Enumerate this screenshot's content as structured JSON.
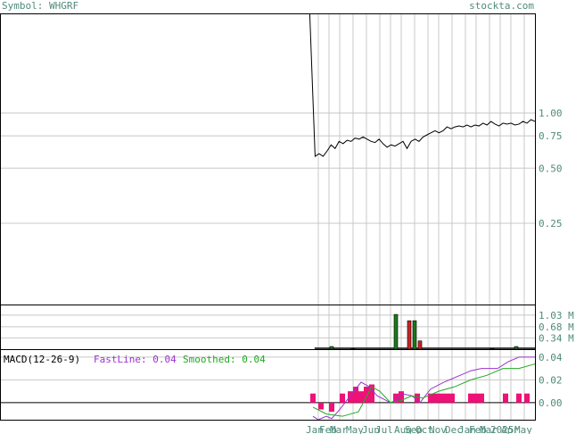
{
  "header": {
    "symbol_label": "Symbol: WHGRF",
    "site": "stockta.com"
  },
  "colors": {
    "grid": "#c8c8c8",
    "frame": "#000000",
    "text": "#4e8b7a",
    "price_line": "#000000",
    "vol_up": "#1a7a1a",
    "vol_down": "#cc2222",
    "hist": "#ee1177",
    "fast": "#9933cc",
    "smooth": "#22aa22"
  },
  "chart_data": [
    {
      "type": "line",
      "name": "price",
      "scale": "log",
      "ylim": [
        0.09,
        3.5
      ],
      "yticks": [
        {
          "value": 1.0,
          "label": "1.00"
        },
        {
          "value": 0.75,
          "label": "0.75"
        },
        {
          "value": 0.5,
          "label": "0.50"
        },
        {
          "value": 0.25,
          "label": "0.25"
        }
      ],
      "x_range": [
        0,
        100
      ],
      "start": [
        [
          57.9,
          3.5
        ],
        [
          58.9,
          0.58
        ]
      ],
      "y": [
        0.58,
        0.6,
        0.58,
        0.62,
        0.67,
        0.64,
        0.7,
        0.68,
        0.71,
        0.7,
        0.73,
        0.72,
        0.74,
        0.72,
        0.7,
        0.69,
        0.72,
        0.68,
        0.65,
        0.67,
        0.66,
        0.68,
        0.7,
        0.64,
        0.7,
        0.72,
        0.7,
        0.74,
        0.76,
        0.78,
        0.8,
        0.78,
        0.8,
        0.84,
        0.82,
        0.84,
        0.85,
        0.84,
        0.86,
        0.84,
        0.86,
        0.85,
        0.88,
        0.86,
        0.9,
        0.87,
        0.85,
        0.88,
        0.87,
        0.88,
        0.86,
        0.87,
        0.9,
        0.88,
        0.92,
        0.9
      ]
    },
    {
      "type": "bar",
      "name": "volume",
      "ylim": [
        0,
        1.35
      ],
      "yticks": [
        {
          "value": 1.03,
          "label": "1.03 M"
        },
        {
          "value": 0.68,
          "label": "0.68 M"
        },
        {
          "value": 0.34,
          "label": "0.34 M"
        }
      ],
      "bars": [
        {
          "x": 62,
          "v": 0.08,
          "up": true
        },
        {
          "x": 66,
          "v": 0.02,
          "up": true
        },
        {
          "x": 74,
          "v": 1.05,
          "up": true
        },
        {
          "x": 76.5,
          "v": 0.86,
          "up": false
        },
        {
          "x": 77.5,
          "v": 0.86,
          "up": true
        },
        {
          "x": 78.5,
          "v": 0.25,
          "up": false
        },
        {
          "x": 92,
          "v": 0.02,
          "up": true
        },
        {
          "x": 96.5,
          "v": 0.08,
          "up": true
        }
      ]
    },
    {
      "type": "line",
      "name": "macd",
      "title": "MACD(12-26-9)",
      "fast_label": "FastLine: 0.04",
      "smooth_label": "Smoothed: 0.04",
      "ylim": [
        -0.015,
        0.047
      ],
      "yticks": [
        {
          "value": 0.04,
          "label": "0.04"
        },
        {
          "value": 0.02,
          "label": "0.02"
        },
        {
          "value": 0.0,
          "label": "0.00"
        }
      ],
      "fast_x": [
        58.5,
        59.5,
        61,
        62,
        63.5,
        65.5,
        67.5,
        69,
        70.5,
        73,
        74,
        75,
        77,
        78.5,
        80.5,
        83,
        86,
        88,
        90,
        93,
        95,
        97,
        100
      ],
      "fast_y": [
        -0.012,
        -0.015,
        -0.012,
        -0.014,
        -0.006,
        0.006,
        0.018,
        0.014,
        0.006,
        0.0,
        0.002,
        0.008,
        0.006,
        0.0,
        0.012,
        0.018,
        0.024,
        0.028,
        0.03,
        0.03,
        0.036,
        0.04,
        0.04
      ],
      "smooth_x": [
        58.5,
        61,
        64,
        67,
        69.5,
        71,
        73,
        75,
        77,
        79,
        82,
        85,
        88,
        91,
        94,
        97,
        100
      ],
      "smooth_y": [
        -0.004,
        -0.01,
        -0.012,
        -0.008,
        0.014,
        0.01,
        0.0,
        0.002,
        0.006,
        0.004,
        0.01,
        0.014,
        0.02,
        0.024,
        0.03,
        0.03,
        0.034
      ],
      "histogram": [
        {
          "x": 58.5,
          "v": 0.008
        },
        {
          "x": 60,
          "v": -0.006
        },
        {
          "x": 62,
          "v": -0.008
        },
        {
          "x": 64,
          "v": 0.008
        },
        {
          "x": 65.5,
          "v": 0.01
        },
        {
          "x": 66.5,
          "v": 0.014
        },
        {
          "x": 67.5,
          "v": 0.01
        },
        {
          "x": 68.5,
          "v": 0.014
        },
        {
          "x": 69.5,
          "v": 0.016
        },
        {
          "x": 74,
          "v": 0.008
        },
        {
          "x": 75,
          "v": 0.01
        },
        {
          "x": 78,
          "v": 0.008
        },
        {
          "x": 80.5,
          "v": 0.008
        },
        {
          "x": 81.5,
          "v": 0.008
        },
        {
          "x": 82.5,
          "v": 0.008
        },
        {
          "x": 83.5,
          "v": 0.008
        },
        {
          "x": 84.5,
          "v": 0.008
        },
        {
          "x": 88,
          "v": 0.008
        },
        {
          "x": 89,
          "v": 0.008
        },
        {
          "x": 90,
          "v": 0.008
        },
        {
          "x": 94.5,
          "v": 0.008
        },
        {
          "x": 97,
          "v": 0.008
        },
        {
          "x": 98.5,
          "v": 0.008
        }
      ]
    }
  ],
  "x_axis": {
    "labels": [
      {
        "x": 58.5,
        "text": "Jan"
      },
      {
        "x": 61,
        "text": "Feb"
      },
      {
        "x": 63,
        "text": "Mar"
      },
      {
        "x": 66,
        "text": "May"
      },
      {
        "x": 69,
        "text": "Jun"
      },
      {
        "x": 71.5,
        "text": "Jul"
      },
      {
        "x": 75,
        "text": "Aug"
      },
      {
        "x": 77,
        "text": "Sep"
      },
      {
        "x": 79,
        "text": "Oct"
      },
      {
        "x": 81.5,
        "text": "Nov"
      },
      {
        "x": 84.5,
        "text": "Dec"
      },
      {
        "x": 87,
        "text": "Jan"
      },
      {
        "x": 89,
        "text": "Feb"
      },
      {
        "x": 91,
        "text": "Mar"
      },
      {
        "x": 93,
        "text": "2025"
      },
      {
        "x": 95,
        "text": "Apr"
      },
      {
        "x": 97.5,
        "text": "May"
      }
    ],
    "gridlines": [
      59.5,
      61.5,
      63.5,
      66,
      68.5,
      71,
      73,
      75,
      77.5,
      80,
      82,
      84.5,
      87,
      89,
      91.5,
      93.5,
      95.5,
      98
    ]
  }
}
